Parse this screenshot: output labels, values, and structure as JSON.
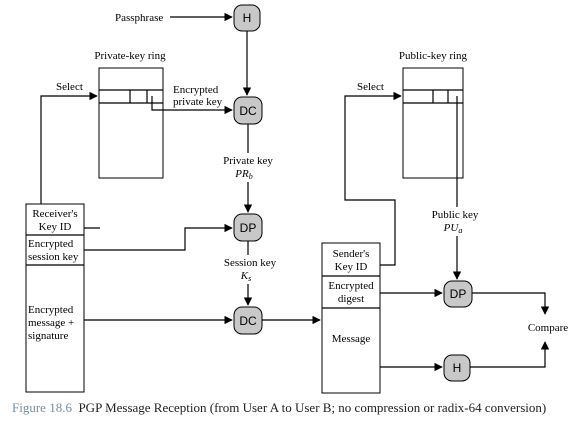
{
  "diagram": {
    "labels": {
      "passphrase": "Passphrase",
      "private_ring": "Private-key ring",
      "public_ring": "Public-key ring",
      "select_left": "Select",
      "select_right": "Select",
      "enc_privkey_line1": "Encrypted",
      "enc_privkey_line2": "private key",
      "private_key": "Private key",
      "pr_b": "PR",
      "pr_b_sub": "b",
      "session_key": "Session key",
      "k_s": "K",
      "k_s_sub": "s",
      "public_key": "Public key",
      "pu_a": "PU",
      "pu_a_sub": "a",
      "compare": "Compare"
    },
    "message_blocks": {
      "receiver_key_id_1": "Receiver's",
      "receiver_key_id_2": "Key ID",
      "encrypted_session_key_1": "Encrypted",
      "encrypted_session_key_2": "session key",
      "encrypted_message_1": "Encrypted",
      "encrypted_message_2": "message +",
      "encrypted_message_3": "signature"
    },
    "signature_blocks": {
      "sender_key_id_1": "Sender's",
      "sender_key_id_2": "Key ID",
      "encrypted_digest_1": "Encrypted",
      "encrypted_digest_2": "digest",
      "message": "Message"
    },
    "operations": {
      "h_top": "H",
      "dc_top": "DC",
      "dp_mid": "DP",
      "dc_mid": "DC",
      "dp_right": "DP",
      "h_right": "H"
    }
  },
  "caption": {
    "figure_number": "Figure 18.6",
    "text": "PGP Message Reception (from User A to User B; no compression or radix-64 conversion)"
  },
  "colors": {
    "operation_fill": "#c8c8c8",
    "figure_label": "#7b8ea3"
  }
}
